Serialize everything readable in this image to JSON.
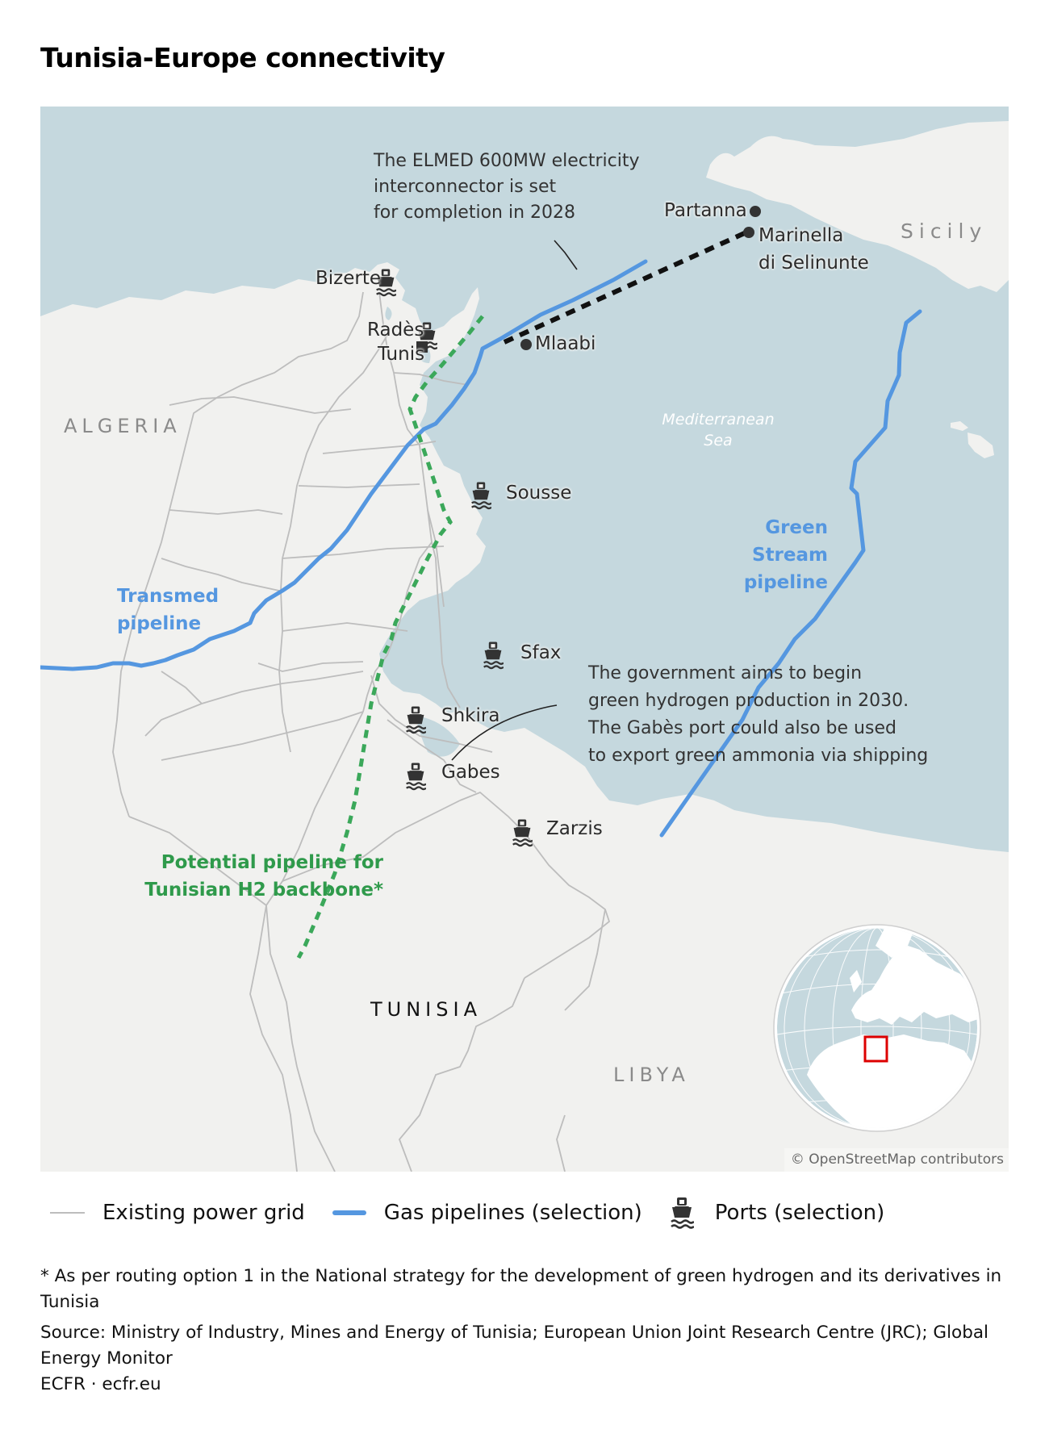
{
  "title": "Tunisia-Europe connectivity",
  "map": {
    "colors": {
      "sea": "#c5d8de",
      "land": "#f1f1ef",
      "grid": "#bdbdbd",
      "gas_pipeline": "#5597e0",
      "h2_pipeline": "#3ba85a",
      "interconnector": "#111111",
      "inset_highlight": "#dd0000"
    },
    "countries": {
      "algeria": "ALGERIA",
      "tunisia": "TUNISIA",
      "libya": "LIBYA",
      "sicily": "Sicily"
    },
    "sea_label": {
      "line1": "Mediterranean",
      "line2": "Sea"
    },
    "ports": [
      {
        "name": "Bizerte",
        "icon": "ship-port-icon"
      },
      {
        "name": "Radès",
        "icon": "ship-port-icon"
      },
      {
        "name": "Sousse",
        "icon": "ship-port-icon"
      },
      {
        "name": "Sfax",
        "icon": "ship-port-icon"
      },
      {
        "name": "Shkira",
        "icon": "ship-port-icon"
      },
      {
        "name": "Gabes",
        "icon": "ship-port-icon"
      },
      {
        "name": "Zarzis",
        "icon": "ship-port-icon"
      }
    ],
    "places": {
      "tunis": "Tunis",
      "mlaabi": "Mlaabi",
      "partanna": "Partanna",
      "marinella_1": "Marinella",
      "marinella_2": "di Selinunte"
    },
    "pipelines": {
      "transmed": {
        "line1": "Transmed",
        "line2": "pipeline"
      },
      "green_stream": {
        "line1": "Green Stream",
        "line2": "pipeline"
      },
      "h2": {
        "line1": "Potential pipeline for",
        "line2": "Tunisian H2 backbone*"
      }
    },
    "annotations": {
      "elmed": {
        "line1": "The ELMED 600MW electricity",
        "line2": "interconnector is set",
        "line3": "for completion in 2028"
      },
      "hydrogen": {
        "line1": "The government aims to begin",
        "line2": "green hydrogen production in 2030.",
        "line3": "The Gabès port could also be used",
        "line4": "to export green ammonia via shipping"
      }
    },
    "attribution": "© OpenStreetMap contributors",
    "inset": {
      "icon": "globe-locator-icon"
    }
  },
  "legend": {
    "items": [
      {
        "label": "Existing power grid",
        "swatch": "grid-line"
      },
      {
        "label": "Gas pipelines (selection)",
        "swatch": "gas-line"
      },
      {
        "label": "Ports (selection)",
        "swatch": "ship-port-icon"
      }
    ]
  },
  "footnotes": {
    "asterisk": "* As per routing option 1 in the National strategy for the development of green hydrogen and its derivatives in Tunisia",
    "source": "Source: Ministry of Industry, Mines and Energy of Tunisia; European Union Joint Research Centre (JRC); Global Energy Monitor",
    "credit": "ECFR · ecfr.eu"
  }
}
